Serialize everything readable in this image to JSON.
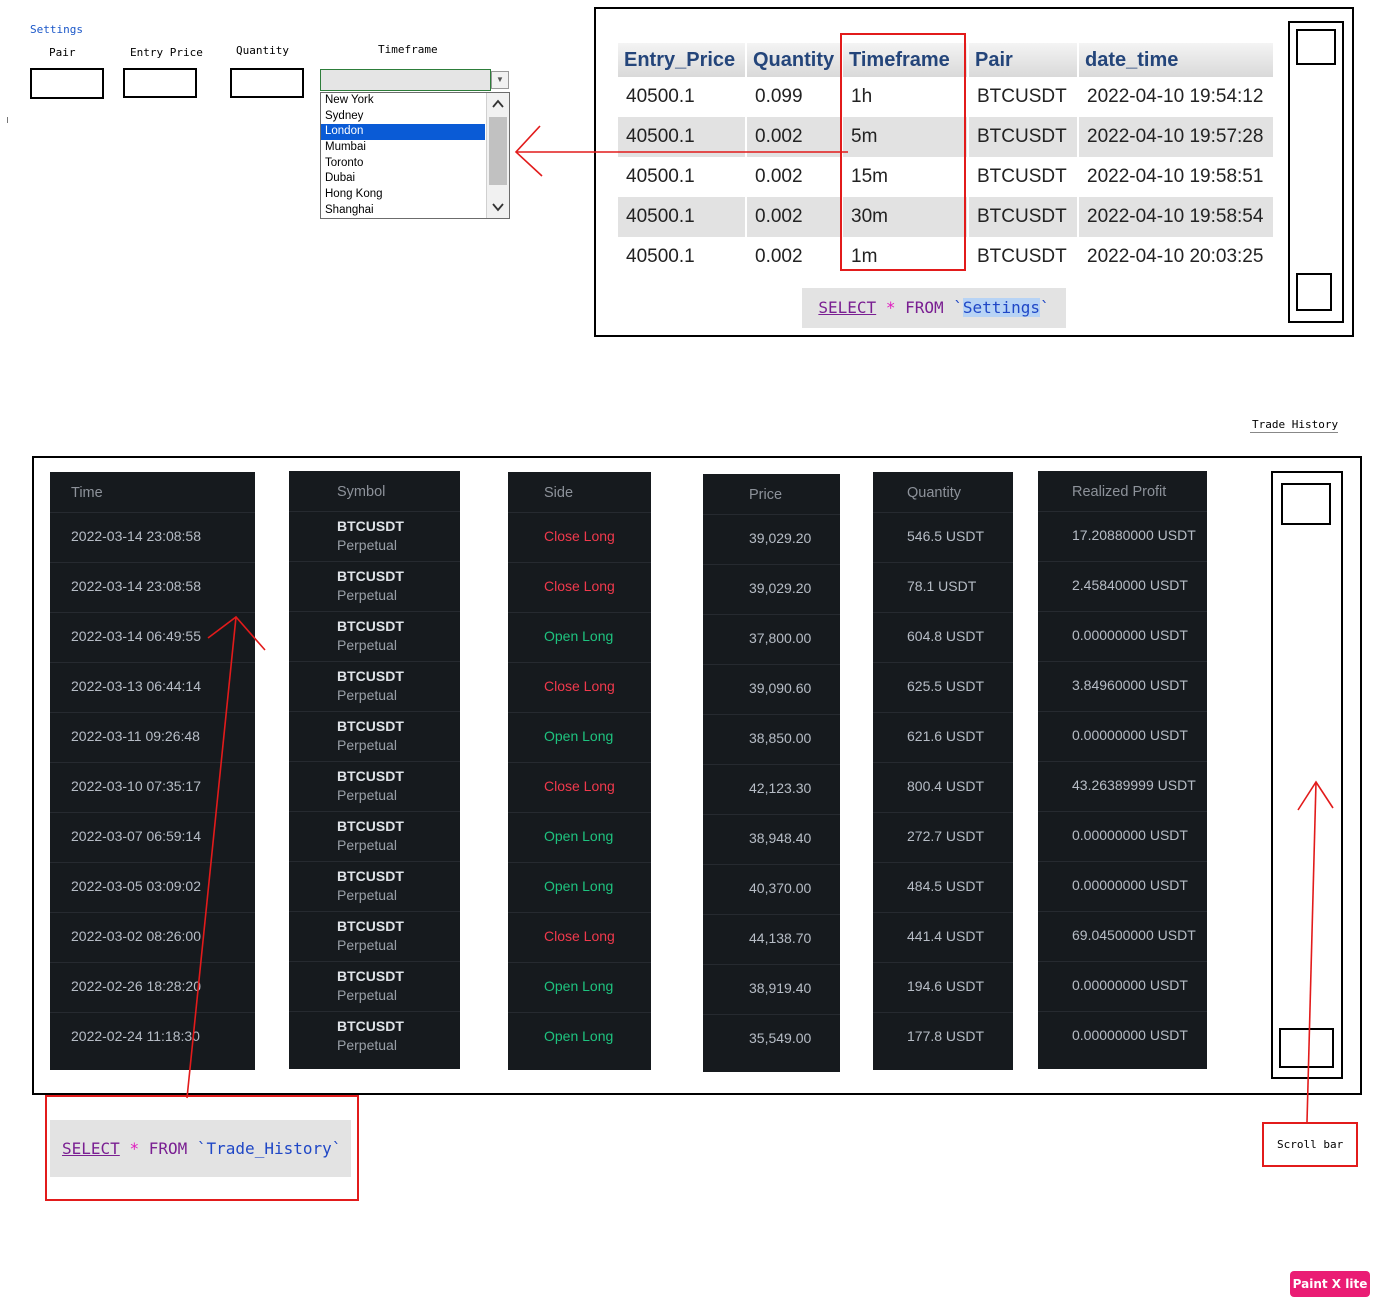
{
  "settings_form": {
    "title": "Settings",
    "labels": {
      "pair": "Pair",
      "entry_price": "Entry Price",
      "quantity": "Quantity",
      "timeframe": "Timeframe"
    },
    "timeframe_options": [
      "New York",
      "Sydney",
      "London",
      "Mumbai",
      "Toronto",
      "Dubai",
      "Hong Kong",
      "Shanghai"
    ],
    "selected_option": "London"
  },
  "settings_table": {
    "headers": [
      "Entry_Price",
      "Quantity",
      "Timeframe",
      "Pair",
      "date_time"
    ],
    "rows": [
      [
        "40500.1",
        "0.099",
        "1h",
        "BTCUSDT",
        "2022-04-10 19:54:12"
      ],
      [
        "40500.1",
        "0.002",
        "5m",
        "BTCUSDT",
        "2022-04-10 19:57:28"
      ],
      [
        "40500.1",
        "0.002",
        "15m",
        "BTCUSDT",
        "2022-04-10 19:58:51"
      ],
      [
        "40500.1",
        "0.002",
        "30m",
        "BTCUSDT",
        "2022-04-10 19:58:54"
      ],
      [
        "40500.1",
        "0.002",
        "1m",
        "BTCUSDT",
        "2022-04-10 20:03:25"
      ]
    ],
    "query": {
      "select": "SELECT",
      "star": "*",
      "from": "FROM",
      "table": "Settings"
    }
  },
  "trade_history": {
    "label": "Trade History",
    "headers": {
      "time": "Time",
      "symbol": "Symbol",
      "side": "Side",
      "price": "Price",
      "quantity": "Quantity",
      "profit": "Realized Profit"
    },
    "rows": [
      {
        "time": "2022-03-14 23:08:58",
        "symbol": "BTCUSDT",
        "contract": "Perpetual",
        "side": "Close Long",
        "price": "39,029.20",
        "quantity": "546.5 USDT",
        "profit": "17.20880000 USDT"
      },
      {
        "time": "2022-03-14 23:08:58",
        "symbol": "BTCUSDT",
        "contract": "Perpetual",
        "side": "Close Long",
        "price": "39,029.20",
        "quantity": "78.1 USDT",
        "profit": "2.45840000 USDT"
      },
      {
        "time": "2022-03-14 06:49:55",
        "symbol": "BTCUSDT",
        "contract": "Perpetual",
        "side": "Open Long",
        "price": "37,800.00",
        "quantity": "604.8 USDT",
        "profit": "0.00000000 USDT"
      },
      {
        "time": "2022-03-13 06:44:14",
        "symbol": "BTCUSDT",
        "contract": "Perpetual",
        "side": "Close Long",
        "price": "39,090.60",
        "quantity": "625.5 USDT",
        "profit": "3.84960000 USDT"
      },
      {
        "time": "2022-03-11 09:26:48",
        "symbol": "BTCUSDT",
        "contract": "Perpetual",
        "side": "Open Long",
        "price": "38,850.00",
        "quantity": "621.6 USDT",
        "profit": "0.00000000 USDT"
      },
      {
        "time": "2022-03-10 07:35:17",
        "symbol": "BTCUSDT",
        "contract": "Perpetual",
        "side": "Close Long",
        "price": "42,123.30",
        "quantity": "800.4 USDT",
        "profit": "43.26389999 USDT"
      },
      {
        "time": "2022-03-07 06:59:14",
        "symbol": "BTCUSDT",
        "contract": "Perpetual",
        "side": "Open Long",
        "price": "38,948.40",
        "quantity": "272.7 USDT",
        "profit": "0.00000000 USDT"
      },
      {
        "time": "2022-03-05 03:09:02",
        "symbol": "BTCUSDT",
        "contract": "Perpetual",
        "side": "Open Long",
        "price": "40,370.00",
        "quantity": "484.5 USDT",
        "profit": "0.00000000 USDT"
      },
      {
        "time": "2022-03-02 08:26:00",
        "symbol": "BTCUSDT",
        "contract": "Perpetual",
        "side": "Close Long",
        "price": "44,138.70",
        "quantity": "441.4 USDT",
        "profit": "69.04500000 USDT"
      },
      {
        "time": "2022-02-26 18:28:20",
        "symbol": "BTCUSDT",
        "contract": "Perpetual",
        "side": "Open Long",
        "price": "38,919.40",
        "quantity": "194.6 USDT",
        "profit": "0.00000000 USDT"
      },
      {
        "time": "2022-02-24 11:18:30",
        "symbol": "BTCUSDT",
        "contract": "Perpetual",
        "side": "Open Long",
        "price": "35,549.00",
        "quantity": "177.8 USDT",
        "profit": "0.00000000 USDT"
      }
    ],
    "query": {
      "select": "SELECT",
      "star": "*",
      "from": "FROM",
      "table": "`Trade_History`"
    }
  },
  "annotations": {
    "scroll_bar_label": "Scroll bar"
  },
  "watermark": "Paint X lite",
  "colors": {
    "close_long": "#f0394c",
    "open_long": "#1ec37f",
    "annotation_red": "#e21b1b",
    "dark_panel": "#161a1e"
  }
}
